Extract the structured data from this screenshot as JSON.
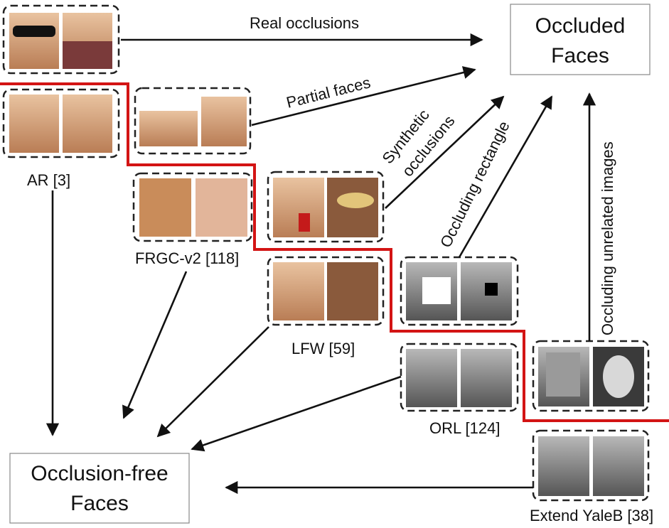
{
  "targets": {
    "occluded": [
      "Occluded",
      "Faces"
    ],
    "occlusion_free": [
      "Occlusion-free",
      "Faces"
    ]
  },
  "arrows": {
    "real_occlusions": "Real occlusions",
    "partial_faces": "Partial faces",
    "synthetic": [
      "Synthetic",
      "occlusions"
    ],
    "occluding_rectangle": "Occluding rectangle",
    "occluding_unrelated": "Occluding  unrelated images"
  },
  "datasets": {
    "ar": "AR [3]",
    "frgc": "FRGC-v2 [118]",
    "lfw": "LFW [59]",
    "orl": "ORL [124]",
    "yaleb": "Extend YaleB [38]"
  },
  "colors": {
    "boundary_line": "#d31414",
    "arrow": "#111111",
    "color_face": "#d7a47c",
    "gray_face": "#8a8a8a"
  }
}
